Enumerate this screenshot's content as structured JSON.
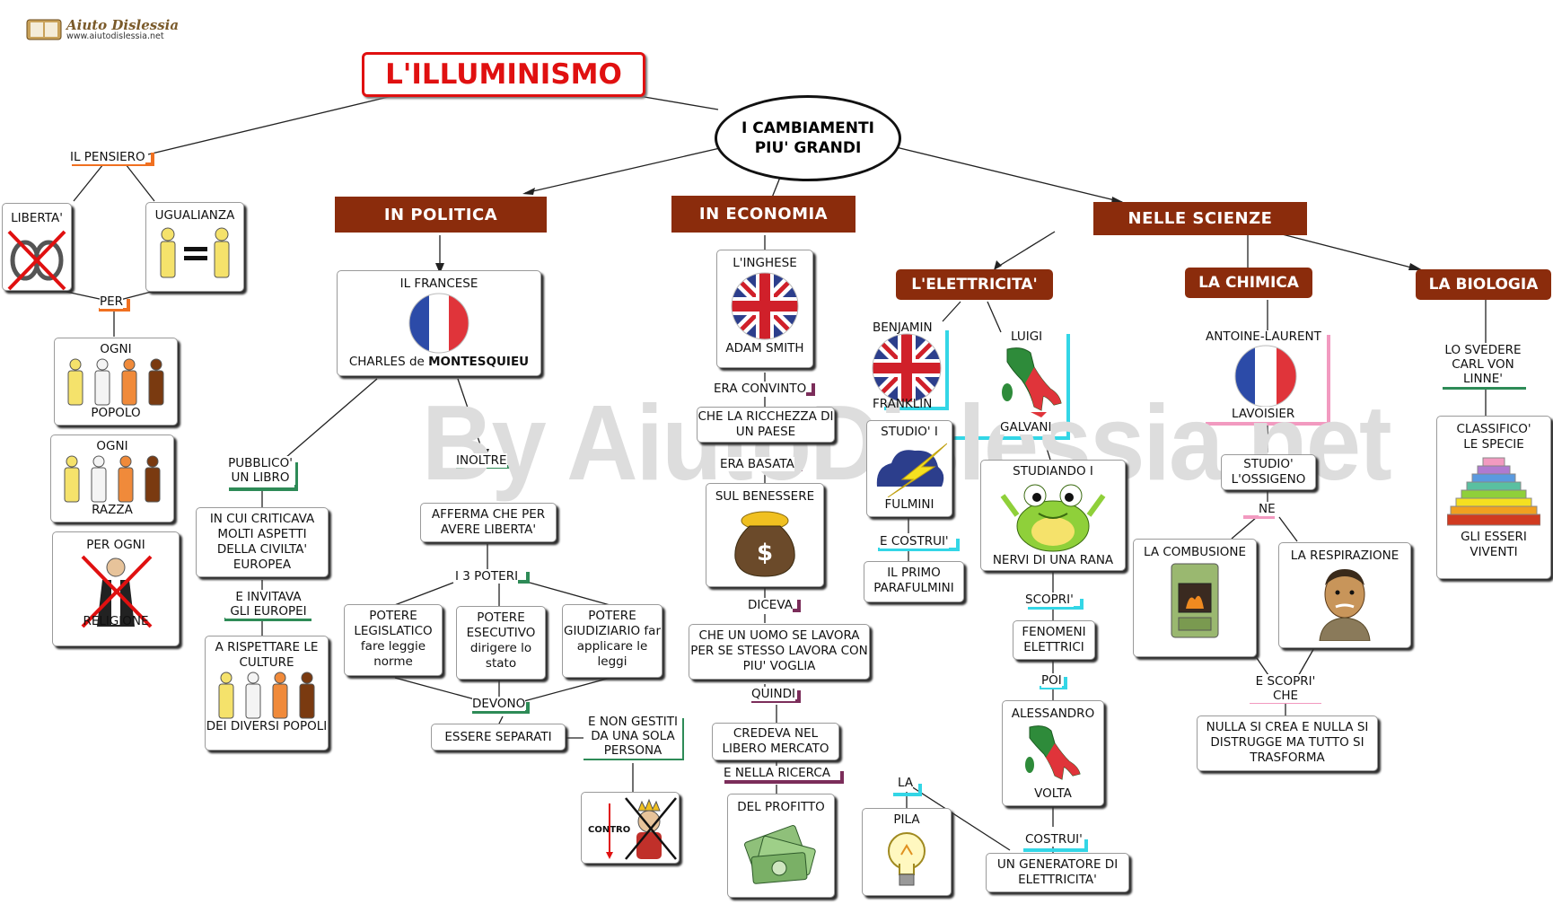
{
  "logo": {
    "name": "Aiuto Dislessia",
    "url": "www.aiutodislessia.net"
  },
  "watermark": "By AiutoDislessia.net",
  "title": "L'ILLUMINISMO",
  "center": "I CAMBIAMENTI PIU' GRANDI",
  "pensiero": {
    "label": "IL PENSIERO",
    "liberta": "LIBERTA'",
    "uguaglianza": "UGUALIANZA",
    "per": "PER",
    "ogni1_top": "OGNI",
    "ogni1_bottom": "POPOLO",
    "ogni2_top": "OGNI",
    "ogni2_bottom": "RAZZA",
    "ogni3_top": "PER OGNI",
    "ogni3_bottom": "RELIGIONE"
  },
  "politica": {
    "header": "IN POLITICA",
    "francese": "IL FRANCESE",
    "charles": "CHARLES de ",
    "montesquieu": "MONTESQUIEU",
    "pubblico": "PUBBLICO' UN LIBRO",
    "critica": "IN CUI CRITICAVA MOLTI ASPETTI DELLA CIVILTA' EUROPEA",
    "invitava": "E INVITAVA GLI EUROPEI",
    "rispettare_top": "A RISPETTARE LE CULTURE",
    "rispettare_bottom": "DEI DIVERSI POPOLI",
    "inoltre": "INOLTRE",
    "afferma": "AFFERMA CHE PER AVERE LIBERTA'",
    "poteri": "I 3 POTERI",
    "legislativo": "POTERE LEGISLATICO fare leggie norme",
    "esecutivo": "POTERE ESECUTIVO dirigere lo stato",
    "giudiziario": "POTERE GIUDIZIARIO far applicare le leggi",
    "devono": "DEVONO",
    "separati": "ESSERE SEPARATI",
    "gestiti": "E NON GESTITI DA UNA SOLA PERSONA",
    "contro": "CONTRO"
  },
  "economia": {
    "header": "IN ECONOMIA",
    "inglese": "L'INGHESE",
    "smith": "ADAM SMITH",
    "convinto": "ERA CONVINTO",
    "ricchezza": "CHE LA RICCHEZZA DI UN PAESE",
    "basata": "ERA BASATA",
    "benessere": "SUL BENESSERE",
    "diceva": "DICEVA",
    "uomo": "CHE UN UOMO SE LAVORA PER SE STESSO LAVORA CON PIU' VOGLIA",
    "quindi": "QUINDI",
    "mercato": "CREDEVA NEL LIBERO MERCATO",
    "ricerca": "E NELLA RICERCA",
    "profitto": "DEL PROFITTO"
  },
  "scienze": {
    "header": "NELLE SCIENZE",
    "elettricita": "L'ELETTRICITA'",
    "benjamin": "BENJAMIN",
    "franklin": "FRANKLIN",
    "studio_top": "STUDIO' I",
    "fulmini": "FULMINI",
    "costrui": "E COSTRUI'",
    "parafulmini": "IL PRIMO PARAFULMINI",
    "luigi": "LUIGI",
    "galvani": "GALVANI",
    "studiando": "STUDIANDO I",
    "nervi": "NERVI DI UNA RANA",
    "scopri": "SCOPRI'",
    "fenomeni": "FENOMENI ELETTRICI",
    "poi": "POI",
    "alessandro": "ALESSANDRO",
    "volta": "VOLTA",
    "costrui2": "COSTRUI'",
    "generatore": "UN GENERATORE DI ELETTRICITA'",
    "la": "LA",
    "pila": "PILA",
    "chimica": "LA CHIMICA",
    "antoine": "ANTOINE-LAURENT",
    "lavoisier": "LAVOISIER",
    "ossigeno": "STUDIO' L'OSSIGENO",
    "ne": "NE",
    "combustione": "LA COMBUSIONE",
    "respirazione": "LA RESPIRAZIONE",
    "scopri_che": "E SCOPRI' CHE",
    "nulla": "NULLA SI CREA E NULLA SI DISTRUGGE MA TUTTO SI TRASFORMA",
    "biologia": "LA BIOLOGIA",
    "linne": "LO SVEDERE CARL VON LINNE'",
    "classifico_top": "CLASSIFICO' LE SPECIE",
    "classifico_bottom": "GLI ESSERI VIVENTI"
  },
  "colors": {
    "title": "#e01010",
    "header": "#8b2c0c",
    "orange": "#f07020",
    "green": "#2e8b57",
    "purple": "#7b2d5a",
    "cyan": "#33d6e6",
    "pink": "#f29ac0"
  }
}
